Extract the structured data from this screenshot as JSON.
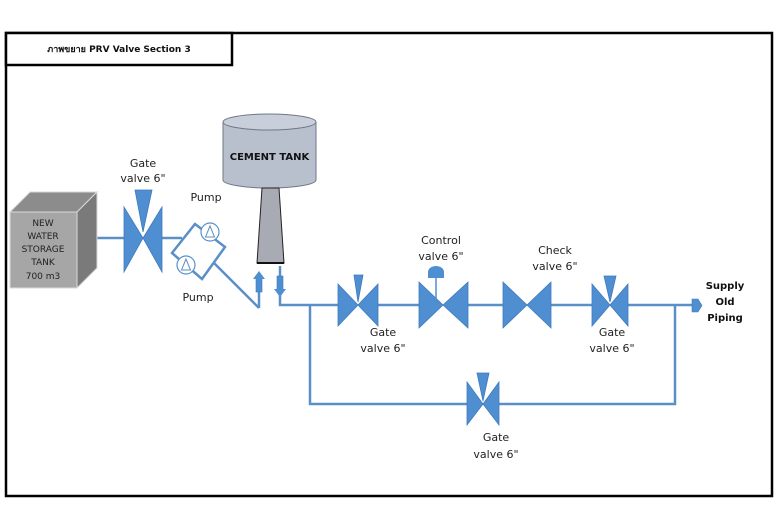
{
  "title": "ภาพขยาย PRV Valve Section 3",
  "colors": {
    "pipe": "#5b8fc7",
    "valve": "#4f8fd1",
    "tank_gray": "#a6a6a6",
    "cement_tank": "#b8bfcd",
    "border": "#000000"
  },
  "storage_tank": {
    "lines": [
      "NEW",
      "WATER",
      "STORAGE",
      "TANK",
      "700 m3"
    ]
  },
  "cement_tank": {
    "label": "CEMENT TANK"
  },
  "pumps": {
    "top_label": "Pump",
    "bottom_label": "Pump"
  },
  "valves": {
    "gate_inlet": {
      "line1": "Gate",
      "line2": "valve 6\""
    },
    "gate_main_1": {
      "line1": "Gate",
      "line2": "valve 6\""
    },
    "control": {
      "line1": "Control",
      "line2": "valve 6\""
    },
    "check": {
      "line1": "Check",
      "line2": "valve 6\""
    },
    "gate_main_2": {
      "line1": "Gate",
      "line2": "valve 6\""
    },
    "gate_bypass": {
      "line1": "Gate",
      "line2": "valve 6\""
    }
  },
  "outlet": {
    "lines": [
      "Supply",
      "Old",
      "Piping"
    ]
  }
}
